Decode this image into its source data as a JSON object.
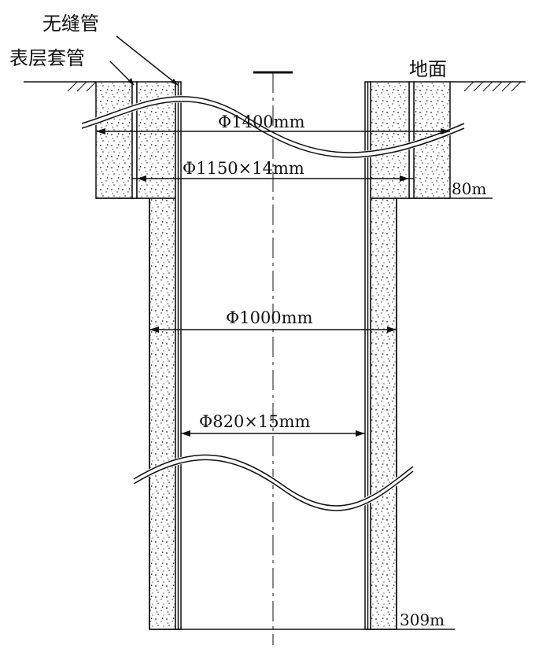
{
  "labels": {
    "seamless_pipe": "无缝管",
    "surface_casing": "表层套管",
    "ground": "地面"
  },
  "dimensions": {
    "bore_diameter": "Φ1400mm",
    "surface_casing_size": "Φ1150×14mm",
    "lower_bore_diameter": "Φ1000mm",
    "seamless_pipe_size": "Φ820×15mm"
  },
  "depths": {
    "casing_depth": "80m",
    "total_depth": "309m"
  }
}
